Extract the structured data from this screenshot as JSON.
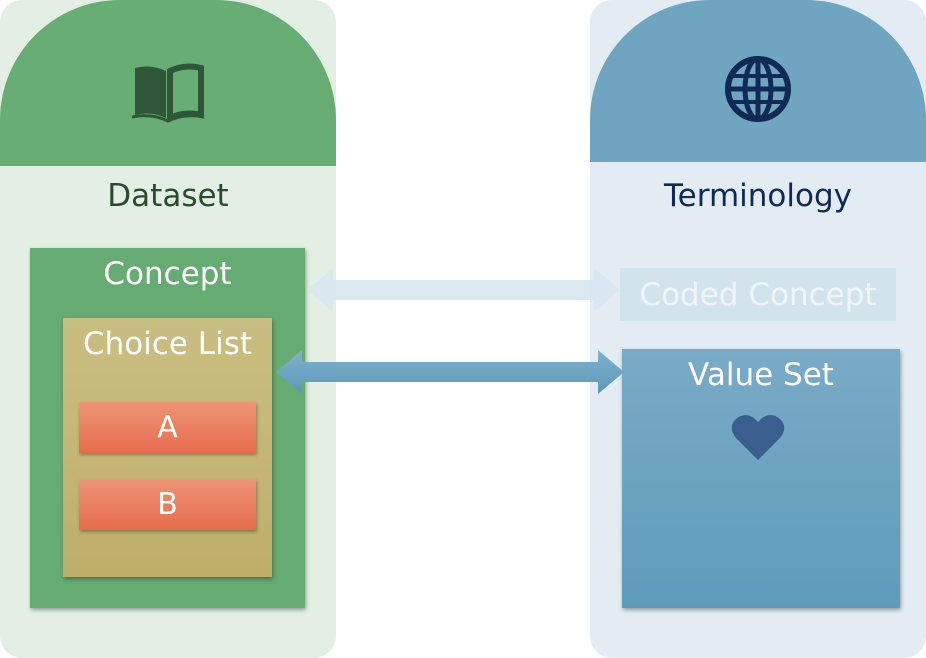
{
  "dataset": {
    "title": "Dataset",
    "icon": "book-icon",
    "concept": {
      "label": "Concept",
      "choice_list": {
        "label": "Choice List",
        "items": [
          "A",
          "B"
        ]
      }
    }
  },
  "terminology": {
    "title": "Terminology",
    "icon": "globe-icon",
    "coded_concept": "Coded Concept",
    "value_set": {
      "label": "Value Set",
      "icon": "heart-icon"
    }
  },
  "colors": {
    "dataset_accent": "#68ad73",
    "terminology_accent": "#6fa5c1",
    "choice_list": "#c3b370",
    "item": "#e97a5b",
    "heart": "#3a5e8e"
  }
}
